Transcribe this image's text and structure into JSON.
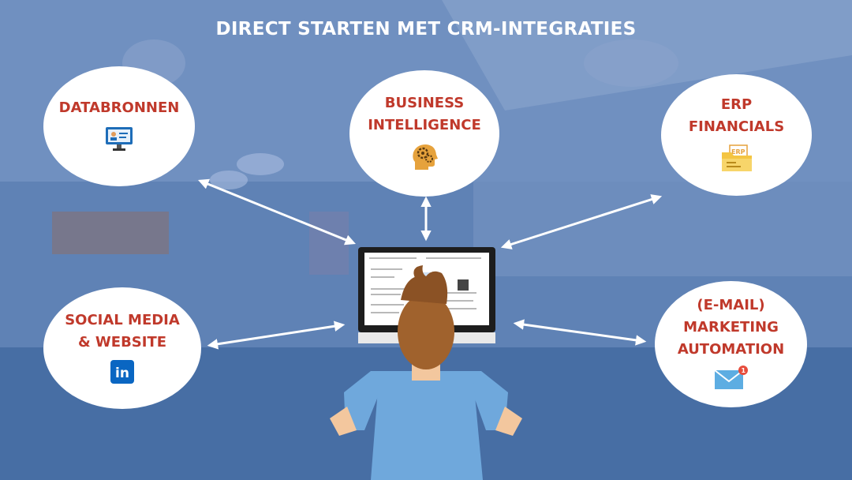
{
  "title": "DIRECT STARTEN MET CRM-INTEGRATIES",
  "nodes": {
    "databronnen": {
      "label": "DATABRONNEN",
      "icon": "monitor-profile-icon"
    },
    "business_intelligence": {
      "line1": "BUSINESS",
      "line2": "INTELLIGENCE",
      "icon": "head-gears-icon"
    },
    "erp_financials": {
      "line1": "ERP",
      "line2": "FINANCIALS",
      "icon": "erp-folder-icon",
      "icon_text": "ERP"
    },
    "social_media": {
      "line1": "SOCIAL MEDIA",
      "line2": "& WEBSITE",
      "icon": "linkedin-icon",
      "icon_text": "in"
    },
    "email_marketing": {
      "line1": "(E-MAIL)",
      "line2": "MARKETING",
      "line3": "AUTOMATION",
      "icon": "email-envelope-icon",
      "badge": "1"
    }
  },
  "colors": {
    "label_red": "#c0392b",
    "node_bg": "#ffffff",
    "arrow": "#ffffff",
    "linkedin_blue": "#0a66c2",
    "shirt_blue": "#6fa8dc",
    "hair_brown": "#a0622d"
  }
}
